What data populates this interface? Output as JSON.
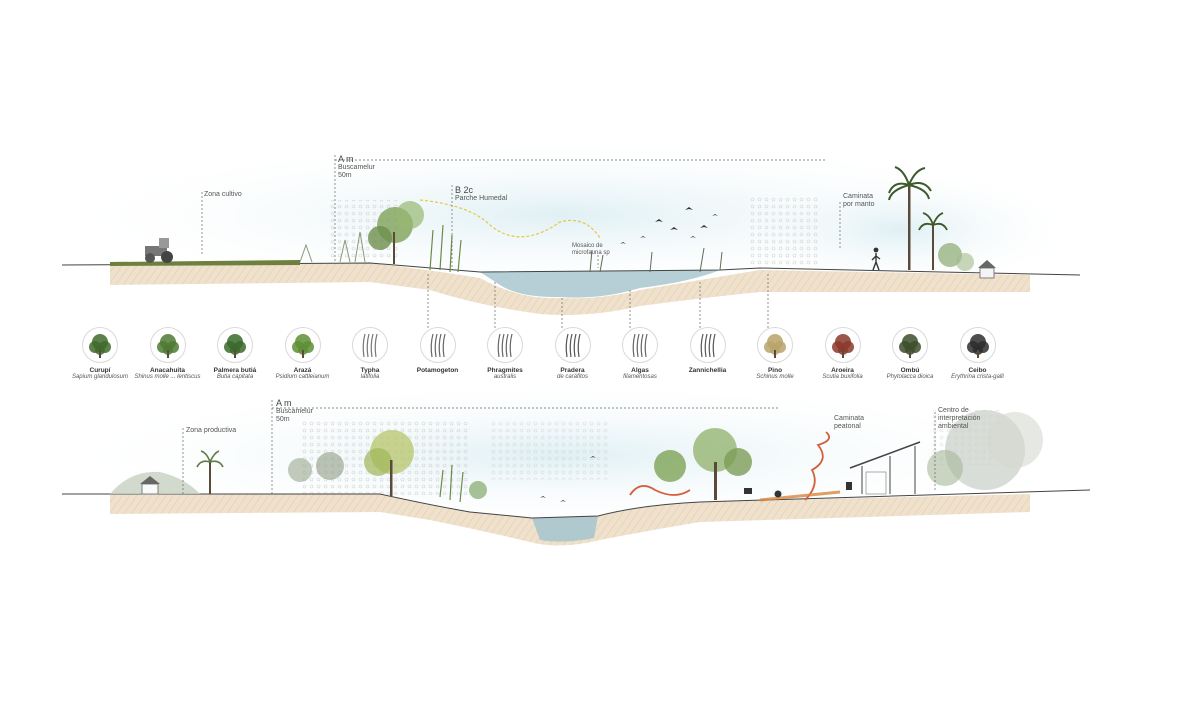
{
  "top_section": {
    "zona_label": "Zona cultivo",
    "buffer_lines": [
      "A m",
      "Buscamelur",
      "50m"
    ],
    "wetland_lines": [
      "B 2c",
      "Parche Humedal"
    ],
    "water_lines": [
      "Mosaico de",
      "microfauna sp"
    ],
    "path_lines": [
      "Caminata",
      "por manto"
    ]
  },
  "bottom_section": {
    "zona_label": "Zona productiva",
    "buffer_lines": [
      "A m",
      "Buscamelur",
      "50m"
    ],
    "path_lines": [
      "Caminata",
      "peatonal"
    ],
    "center_lines": [
      "Centro de",
      "interpretación",
      "ambiental"
    ]
  },
  "species": [
    {
      "name": "Curupí",
      "sci": "Sapium glandulosum",
      "icon": "curupi-icon",
      "color": "#3f6b2b"
    },
    {
      "name": "Anacahuita",
      "sci": "Shinus molle ... lentiscus",
      "icon": "anacahuita-icon",
      "color": "#4d7a33"
    },
    {
      "name": "Palmera butiá",
      "sci": "Butia capitata",
      "icon": "palmera-butia-icon",
      "color": "#3a6a2a"
    },
    {
      "name": "Arazá",
      "sci": "Psidium cattleianum",
      "icon": "araza-icon",
      "color": "#5d8f35"
    },
    {
      "name": "Typha",
      "sci": "latifolia",
      "icon": "typha-icon",
      "color": "#777777"
    },
    {
      "name": "Potamogeton",
      "sci": "",
      "icon": "potamogeton-icon",
      "color": "#666666"
    },
    {
      "name": "Phragmites",
      "sci": "australis",
      "icon": "phragmites-icon",
      "color": "#666666"
    },
    {
      "name": "Pradera",
      "sci": "de caráfitos",
      "icon": "pradera-icon",
      "color": "#555555"
    },
    {
      "name": "Algas",
      "sci": "filamentosas",
      "icon": "algas-icon",
      "color": "#666666"
    },
    {
      "name": "Zannichellia",
      "sci": "",
      "icon": "zannichellia-icon",
      "color": "#555555"
    },
    {
      "name": "Pino",
      "sci": "Schinus molle",
      "icon": "pino-icon",
      "color": "#b8a46a"
    },
    {
      "name": "Aroeira",
      "sci": "Scutia buxifolia",
      "icon": "aroeira-icon",
      "color": "#8b3a2a"
    },
    {
      "name": "Ombú",
      "sci": "Phytolacca dioica",
      "icon": "ombu-icon",
      "color": "#3d4f2b"
    },
    {
      "name": "Ceibo",
      "sci": "Erythrina crista-galli",
      "icon": "ceibo-icon",
      "color": "#2e2e2e"
    }
  ]
}
